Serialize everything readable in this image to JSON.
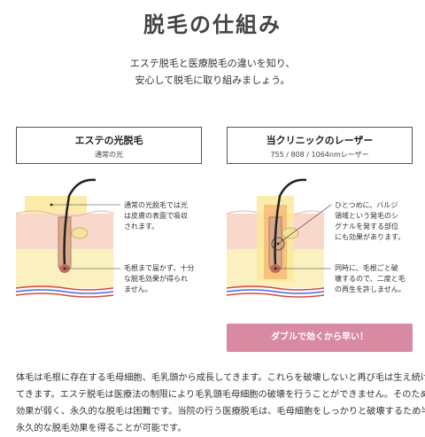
{
  "page": {
    "title": "脱毛の仕組み",
    "intro": [
      "エステ脱毛と医療脱毛の違いを知り、",
      "安心して脱毛に取り組みましょう。"
    ]
  },
  "cards": [
    {
      "title": "エステの光脱毛",
      "subtitle": "通常の光",
      "note_top": [
        "通常の光脱毛では光",
        "は皮膚の表面で吸収",
        "されます。"
      ],
      "note_bottom": [
        "毛根まで届かず、十分",
        "な脱毛効果が得られ",
        "ません。"
      ]
    },
    {
      "title": "当クリニックのレーザー",
      "subtitle": "755 / 808 / 1064nmレーザー",
      "note_top": [
        "ひとつめに、バルジ",
        "領域という発毛のシ",
        "グナルを発する部位",
        "にも効果があります。"
      ],
      "note_bottom": [
        "同時に、毛根ごと破",
        "壊するので、二度と毛",
        "の再生を許しません。"
      ]
    }
  ],
  "cta": {
    "label": "ダブルで効くから早い！"
  },
  "body": {
    "lines": [
      "体毛は毛根に存在する毛母細胞、毛乳頭から成長してきます。これらを破壊しないと再び毛は生え続け",
      "てきます。エステ脱毛は医療法の制限により毛乳頭毛母細胞の破壊を行うことができません。そのため",
      "効果が弱く、永久的な脱毛は困難です。当院の行う医療脱毛は、毛母細胞をしっかりと破壊するため半",
      "永久的な脱毛効果を得ることが可能です。"
    ]
  },
  "colors": {
    "cta": "#d88aa3",
    "skin": "#f9d8cc",
    "fat": "#faf0c0",
    "light_glow": "#fbe99a",
    "laser_glow": "#f3a35c"
  },
  "icons": [
    "hair-follicle-illustration"
  ]
}
